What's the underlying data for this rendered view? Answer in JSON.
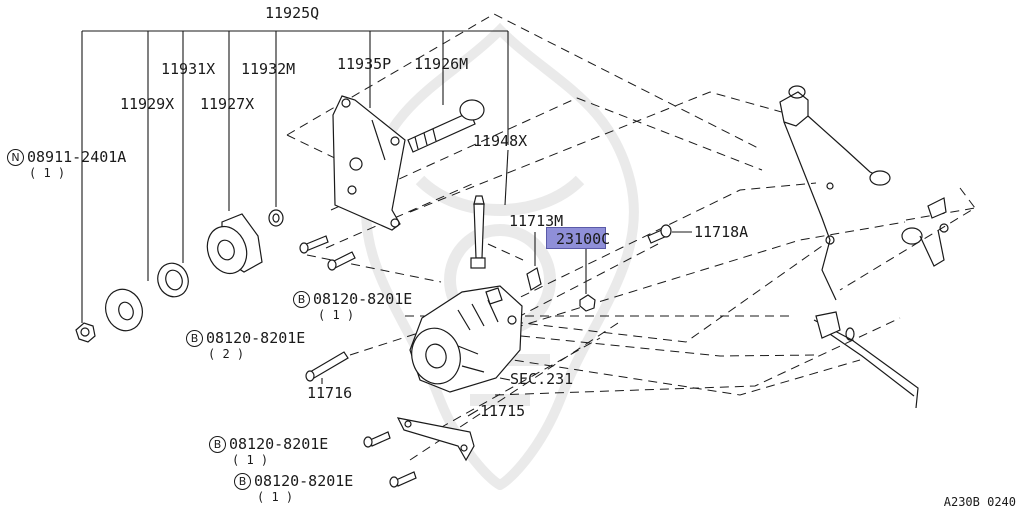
{
  "callouts": {
    "c11925q": "11925Q",
    "c11931x": "11931X",
    "c11932m": "11932M",
    "c11929x": "11929X",
    "c11927x": "11927X",
    "c11935p": "11935P",
    "c11926m": "11926M",
    "c11948x": "11948X",
    "c08911": "08911-2401A",
    "c11713m": "11713M",
    "c23100c": "23100C",
    "c11718a": "11718A",
    "c08120a": "08120-8201E",
    "c08120b": "08120-8201E",
    "c11716": "11716",
    "csec231": "SEC.231",
    "c11715": "11715",
    "c08120c": "08120-8201E",
    "c08120d": "08120-8201E"
  },
  "quantities": {
    "q08911": "( 1 )",
    "q08120a": "( 1 )",
    "q08120b": "( 2 )",
    "q08120c": "( 1 )",
    "q08120d": "( 1 )"
  },
  "prefix_marks": {
    "n": "N",
    "b": "B"
  },
  "highlight": {
    "part": "23100C",
    "color": "#8f8fd8"
  },
  "diagram_ref": "A230B 0240"
}
